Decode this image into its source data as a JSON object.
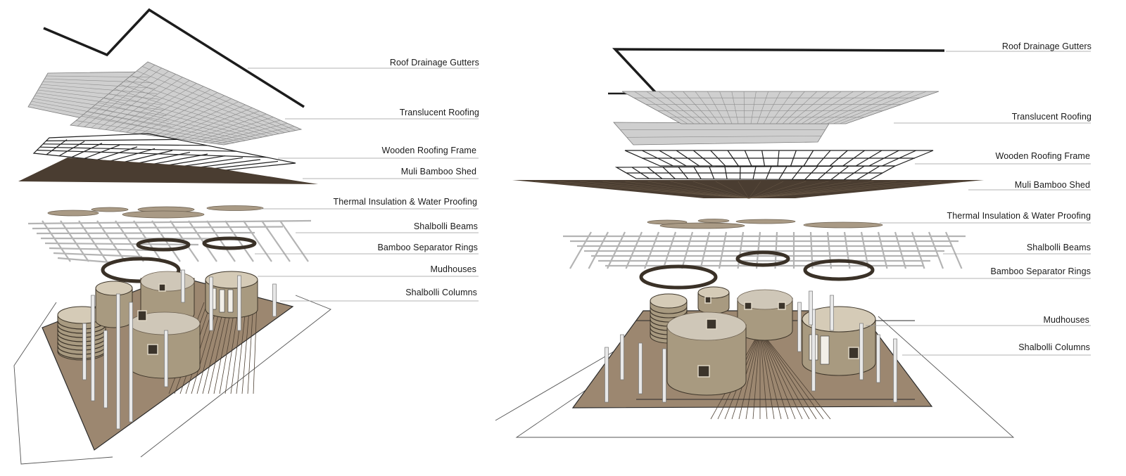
{
  "diagrams": [
    {
      "labels": [
        "Roof Drainage Gutters",
        "Translucent Roofing",
        "Wooden Roofing Frame",
        "Muli Bamboo Shed",
        "Thermal Insulation & Water Proofing",
        "Shalbolli Beams",
        "Bamboo Separator Rings",
        "Mudhouses",
        "Shalbolli Columns"
      ]
    },
    {
      "labels": [
        "Roof Drainage Gutters",
        "Translucent Roofing",
        "Wooden Roofing Frame",
        "Muli Bamboo Shed",
        "Thermal Insulation & Water Proofing",
        "Shalbolli Beams",
        "Bamboo Separator Rings",
        "Mudhouses",
        "Shalbolli Columns"
      ]
    }
  ],
  "colors": {
    "background": "#ffffff",
    "mud_wall": "#a89a80",
    "ground": "#9c8770",
    "bamboo_shed": "#4a3d31",
    "roofing": "#cfcfcf",
    "text": "#1a1a1a"
  }
}
